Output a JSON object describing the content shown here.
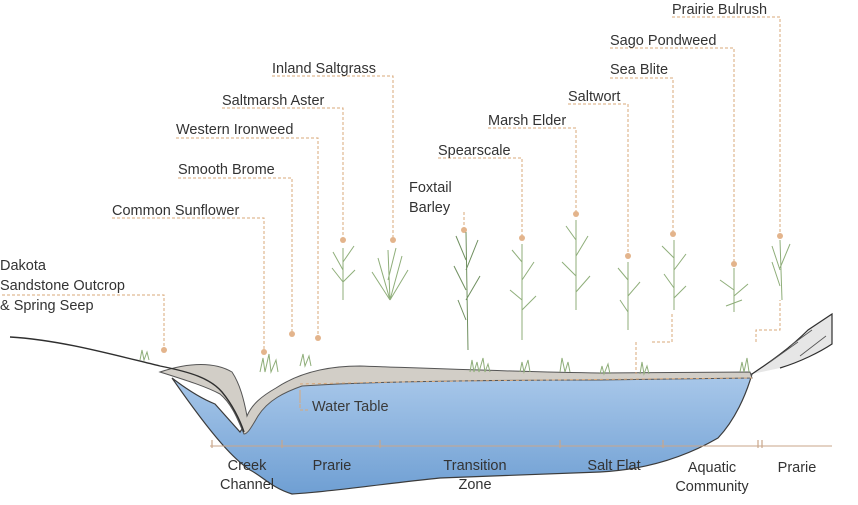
{
  "labels": {
    "prairie_bulrush": "Prairie Bulrush",
    "sago_pondweed": "Sago Pondweed",
    "sea_blite": "Sea Blite",
    "inland_saltgrass": "Inland Saltgrass",
    "saltwort": "Saltwort",
    "saltmarsh_aster": "Saltmarsh Aster",
    "marsh_elder": "Marsh Elder",
    "western_ironweed": "Western Ironweed",
    "spearscale": "Spearscale",
    "smooth_brome": "Smooth Brome",
    "foxtail_barley": "Foxtail\nBarley",
    "common_sunflower": "Common Sunflower",
    "dakota": "Dakota\nSandstone Outcrop\n& Spring Seep"
  },
  "water_table": "Water Table",
  "zones": {
    "creek_channel": "Creek\nChannel",
    "prarie_left": "Prarie",
    "transition_zone": "Transition\nZone",
    "salt_flat": "Salt Flat",
    "aquatic_community": "Aquatic\nCommunity",
    "prarie_right": "Prarie"
  },
  "colors": {
    "leader": "#d9a87a",
    "marker": "#e3b48c",
    "water": "#8fb6e0",
    "water_deep": "#6a9bd1",
    "sediment": "#cfcbc4",
    "plant": "#8fae7a",
    "text": "#333333"
  }
}
